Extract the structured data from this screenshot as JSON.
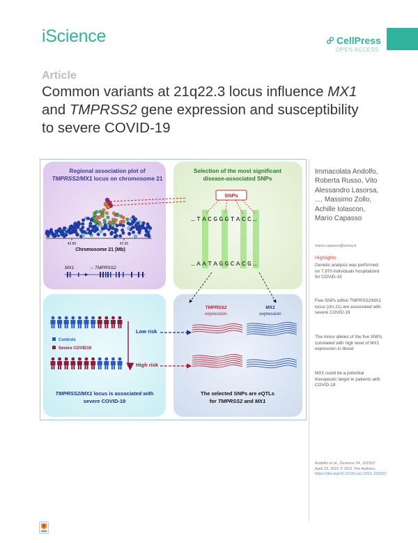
{
  "header": {
    "journal": "iScience",
    "publisher": "CellPress",
    "publisher_sub": "OPEN ACCESS",
    "accent_color": "#2fb39c"
  },
  "article": {
    "type_label": "Article",
    "title_line1_pre": "Common variants at 21q22.3 locus influence ",
    "title_line1_gene": "MX1",
    "title_line2_pre": "and ",
    "title_line2_gene": "TMPRSS2",
    "title_line2_post": " gene expression and susceptibility",
    "title_line3": "to severe COVID-19"
  },
  "figure": {
    "panel_a_title_1": "Regional association plot of",
    "panel_a_title_2_gene": "TMPRSS2/MX1",
    "panel_a_title_2_post": " locus on chromosome 21",
    "x_tick_1": "42.80",
    "x_tick_2": "42.90",
    "x_axis_label": "Chromosome 21 (Mb)",
    "gene_mx1": "MX1",
    "gene_tmprss2": "TMPRSS2",
    "panel_b_title_1": "Selection of the most significant",
    "panel_b_title_2": "disease-associated SNPs",
    "snps_label": "SNPs",
    "seq_top": "…TACGGGTACC…",
    "seq_bottom": "…AATAGGCACG…",
    "legend_controls": "Controls",
    "legend_severe": "Severe COVID19",
    "low_risk": "Low risk",
    "high_risk": "High risk",
    "panel_c_caption_gene": "TMPRSS2/MX1",
    "panel_c_caption_post": " locus is associated with",
    "panel_c_caption_2": "severe COVID-19",
    "expr_tmprss2_gene": "TMPRSS2",
    "expr_word": "expression",
    "expr_mx1_gene": "MX1",
    "panel_d_caption_1": "The selected SNPs are eQTLs",
    "panel_d_caption_2_pre": "for ",
    "panel_d_caption_2_gene1": "TMPRSS2",
    "panel_d_caption_2_mid": " and ",
    "panel_d_caption_2_gene2": "MX1"
  },
  "sidebar": {
    "authors": "Immacolata Andolfo, Roberta Russo, Vito Alessandro Lasorsa, ..., Massimo Zollo, Achille Iolascon, Mario Capasso",
    "email": "mario.capasso@unina.it",
    "highlights_title": "Highlights",
    "highlights": [
      "Genetic analysis was performed on 7,970 individuals hospitalized for COVID-19",
      "Five SNPs within TMPRSS2/MX1 locus (chr.21) are associated with severe COVID-19",
      "The minor alleles of the five SNPs correlated with high level of MX1 expression in blood",
      "MX1 could be a potential therapeutic target in patients with COVID-19"
    ],
    "citation": "Andolfo et al., iScience 24, 102322",
    "date": "April 23, 2021 © 2021 The Authors.",
    "doi": "https://doi.org/10.1016/j.isci.2021.102322"
  }
}
